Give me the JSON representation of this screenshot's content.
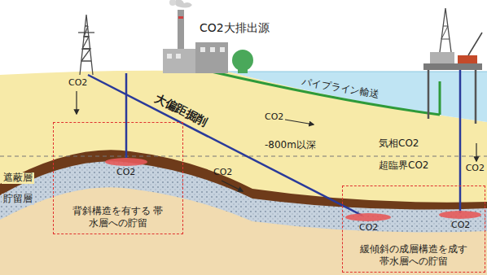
{
  "diagram": {
    "nodes": [
      {
        "text": [
          "背斜構造を有する 帯水層への貯留"
        ]
      },
      {
        "text": [
          "緩傾斜の成層構造を成す 帯水層への貯留"
        ]
      }
    ],
    "labels": [
      "CO2大排出源",
      "パイプライン輸送",
      "大偏距掘削",
      "-800m以深",
      "気相CO2",
      "超臨界CO2",
      "遮蔽層",
      "貯留層",
      "CO2",
      "CO2",
      "CO2",
      "CO2",
      "CO2",
      "CO2",
      "CO2"
    ]
  }
}
